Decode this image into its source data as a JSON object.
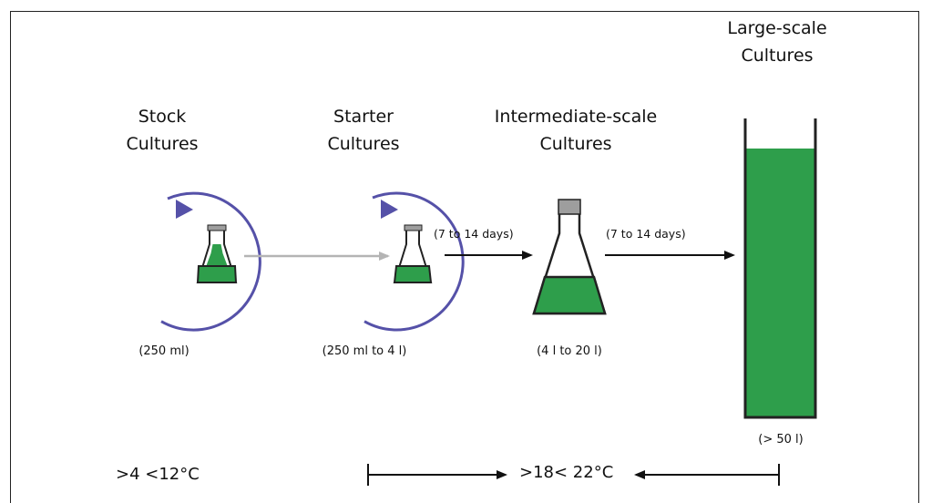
{
  "stages": {
    "stock": {
      "line1": "Stock",
      "line2": "Cultures",
      "volume": "(250 ml)"
    },
    "starter": {
      "line1": "Starter",
      "line2": "Cultures",
      "volume": "(250 ml to 4 l)"
    },
    "intermediate": {
      "line1": "Intermediate-scale",
      "line2": "Cultures",
      "volume": "(4 l to 20 l)"
    },
    "large": {
      "line1": "Large-scale",
      "line2": "Cultures",
      "volume": "(> 50 l)"
    }
  },
  "durations": {
    "starter_to_intermediate": "(7 to 14 days)",
    "intermediate_to_large": "(7 to 14 days)"
  },
  "temperatures": {
    "stock": ">4 <12°C",
    "growth": ">18< 22°C"
  },
  "colors": {
    "culture_green": "#2e9e4b",
    "cycle_arrow": "#5551a8",
    "transfer_arrow": "#b4b4b4",
    "flask_cap": "#9e9e9e",
    "outline": "#222222"
  }
}
